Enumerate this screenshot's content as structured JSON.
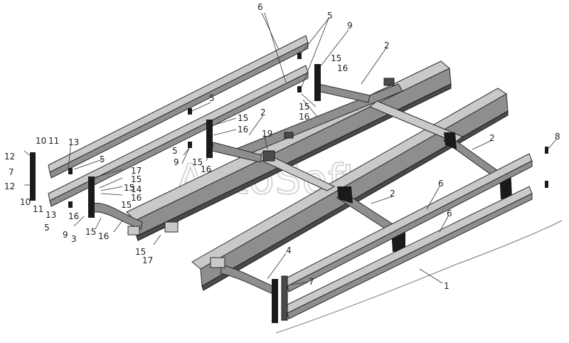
{
  "watermark": "AutoSoft",
  "callouts": [
    {
      "id": "c6a",
      "text": "6"
    },
    {
      "id": "c5a",
      "text": "5"
    },
    {
      "id": "c9a",
      "text": "9"
    },
    {
      "id": "c2a",
      "text": "2"
    },
    {
      "id": "c15a",
      "text": "15"
    },
    {
      "id": "c16a",
      "text": "16"
    },
    {
      "id": "c15b",
      "text": "15"
    },
    {
      "id": "c16b",
      "text": "16"
    },
    {
      "id": "c5b",
      "text": "5"
    },
    {
      "id": "c15c",
      "text": "15"
    },
    {
      "id": "c16c",
      "text": "16"
    },
    {
      "id": "c2b",
      "text": "2"
    },
    {
      "id": "c19",
      "text": "19"
    },
    {
      "id": "c8",
      "text": "8"
    },
    {
      "id": "c2c",
      "text": "2"
    },
    {
      "id": "c10a",
      "text": "10"
    },
    {
      "id": "c11a",
      "text": "11"
    },
    {
      "id": "c13a",
      "text": "13"
    },
    {
      "id": "c12a",
      "text": "12"
    },
    {
      "id": "c5c",
      "text": "5"
    },
    {
      "id": "c7a",
      "text": "7"
    },
    {
      "id": "c12b",
      "text": "12"
    },
    {
      "id": "c10b",
      "text": "10"
    },
    {
      "id": "c11b",
      "text": "11"
    },
    {
      "id": "c13b",
      "text": "13"
    },
    {
      "id": "c16d",
      "text": "16"
    },
    {
      "id": "c5d",
      "text": "5"
    },
    {
      "id": "c9b",
      "text": "9"
    },
    {
      "id": "c3",
      "text": "3"
    },
    {
      "id": "c15d",
      "text": "15"
    },
    {
      "id": "c16e",
      "text": "16"
    },
    {
      "id": "c17a",
      "text": "17"
    },
    {
      "id": "c15e",
      "text": "15"
    },
    {
      "id": "c15f",
      "text": "15"
    },
    {
      "id": "c14",
      "text": "14"
    },
    {
      "id": "c16f",
      "text": "16"
    },
    {
      "id": "c15g",
      "text": "15"
    },
    {
      "id": "c5e",
      "text": "5"
    },
    {
      "id": "c9c",
      "text": "9"
    },
    {
      "id": "c15h",
      "text": "15"
    },
    {
      "id": "c16g",
      "text": "16"
    },
    {
      "id": "c2d",
      "text": "2"
    },
    {
      "id": "c6b",
      "text": "6"
    },
    {
      "id": "c6c",
      "text": "6"
    },
    {
      "id": "c4",
      "text": "4"
    },
    {
      "id": "c7b",
      "text": "7"
    },
    {
      "id": "c1",
      "text": "1"
    },
    {
      "id": "c15i",
      "text": "15"
    },
    {
      "id": "c17b",
      "text": "17"
    }
  ]
}
